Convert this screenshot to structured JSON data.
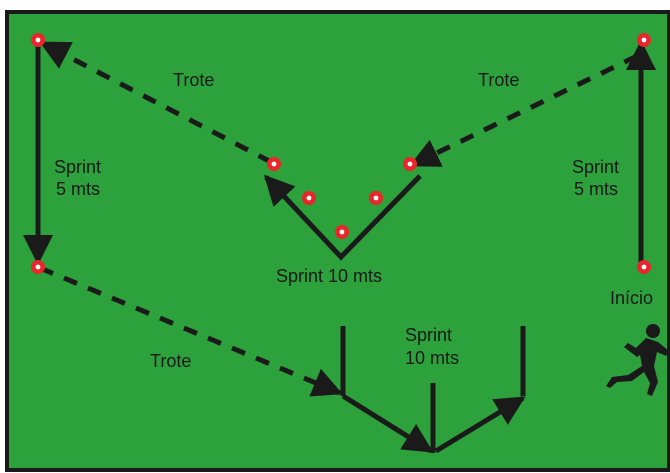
{
  "labels": {
    "trote_top_left": "Trote",
    "trote_top_right": "Trote",
    "trote_bottom": "Trote",
    "sprint_left_line1": "Sprint",
    "sprint_left_line2": "5 mts",
    "sprint_right_line1": "Sprint",
    "sprint_right_line2": "5 mts",
    "sprint_center": "Sprint 10 mts",
    "sprint_bottom_line1": "Sprint",
    "sprint_bottom_line2": "10 mts",
    "inicio": "Início"
  },
  "colors": {
    "field": "#2ca13c",
    "border": "#1a1a1a",
    "line": "#1a1a1a",
    "cone_outer": "#e8262b",
    "cone_inner": "#ffffff"
  },
  "icons": {
    "cone": "cone-marker-icon",
    "runner": "runner-silhouette-icon"
  }
}
